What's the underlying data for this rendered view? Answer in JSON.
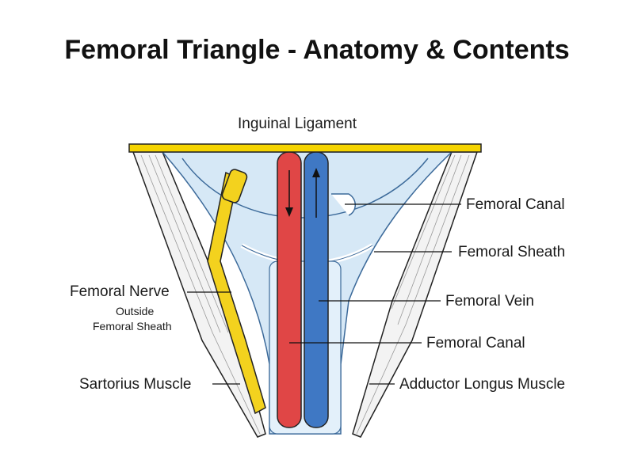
{
  "title": "Femoral Triangle - Anatomy & Contents",
  "labels": {
    "inguinal_ligament": "Inguinal Ligament",
    "femoral_canal_top": "Femoral Canal",
    "femoral_sheath": "Femoral Sheath",
    "femoral_nerve": "Femoral Nerve",
    "femoral_nerve_note_1": "Outside",
    "femoral_nerve_note_2": "Femoral Sheath",
    "femoral_vein": "Femoral Vein",
    "femoral_canal_bottom": "Femoral Canal",
    "sartorius": "Sartorius Muscle",
    "adductor_longus": "Adductor Longus Muscle"
  },
  "colors": {
    "ligament": "#f5d400",
    "artery": "#e04646",
    "vein": "#3f78c4",
    "nerve": "#f3d21e",
    "sheath": "#cfe3f3",
    "muscle": "#f2f2f2"
  }
}
